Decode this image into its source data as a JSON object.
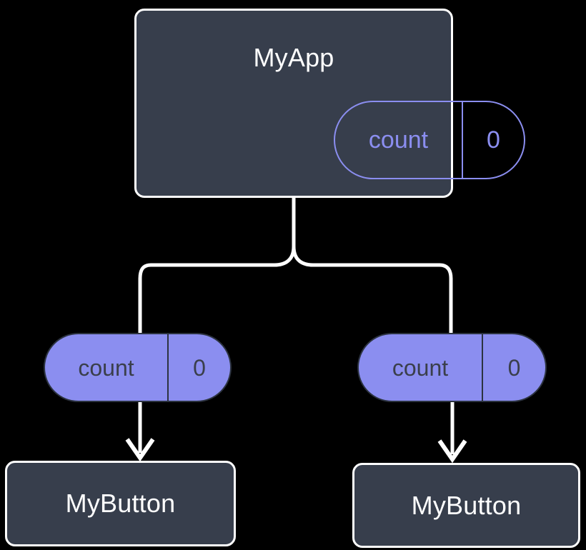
{
  "diagram": {
    "title_hidden": "",
    "background_color": "#000000",
    "node_fill": "#373E4C",
    "node_border": "#FFFFFF",
    "accent_purple": "#8B8EF0",
    "edge_color": "#FFFFFF"
  },
  "nodes": {
    "root": {
      "label": "MyApp",
      "state": {
        "key": "count",
        "value": "0"
      }
    },
    "left_child": {
      "label": "MyButton",
      "state": {
        "key": "count",
        "value": "0"
      }
    },
    "right_child": {
      "label": "MyButton",
      "state": {
        "key": "count",
        "value": "0"
      }
    }
  },
  "edges": [
    {
      "name": "root-to-left-branch",
      "from": "root",
      "to": "left_child"
    },
    {
      "name": "root-to-right-branch",
      "from": "root",
      "to": "right_child"
    },
    {
      "name": "left-pill-to-left-button",
      "from": "left_child_state",
      "to": "left_child",
      "arrow": true
    },
    {
      "name": "right-pill-to-right-button",
      "from": "right_child_state",
      "to": "right_child",
      "arrow": true
    }
  ]
}
